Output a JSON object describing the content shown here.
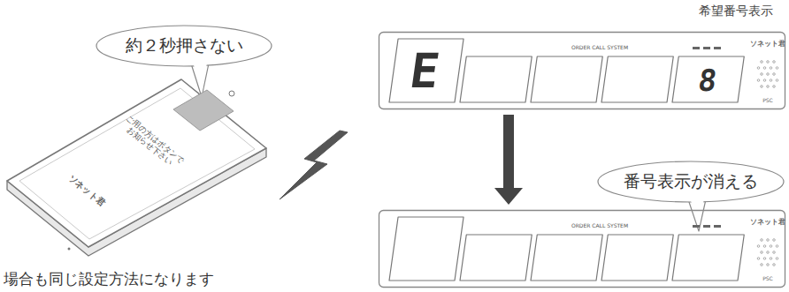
{
  "diagram": {
    "nodes": [
      {
        "text": [
          "約２秒押さない"
        ]
      },
      {
        "text": [
          "ご用の方はボタンで お知らせ下さい",
          "ソネット君"
        ]
      },
      {
        "text": [
          "E",
          "ORDER CALL SYSTEM",
          "8",
          "ソネット君",
          "PSC"
        ]
      },
      {
        "text": [
          "番号表示が消える"
        ]
      },
      {
        "text": [
          "ORDER CALL SYSTEM",
          "ソネット君",
          "PSC"
        ]
      }
    ],
    "edges": [
      {
        "from": 2,
        "to": 4,
        "arrow": "to"
      }
    ],
    "labels": [
      "希望番号表示",
      "場合も同じ設定方法になります"
    ]
  }
}
